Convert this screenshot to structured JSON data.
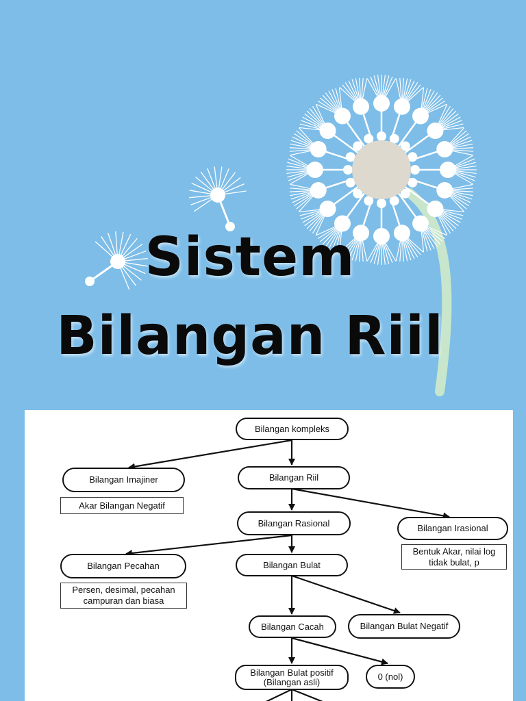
{
  "title": {
    "line1": "Sistem",
    "line2": "Bilangan Riil"
  },
  "diagram": {
    "nodes": {
      "kompleks": "Bilangan kompleks",
      "imajiner": "Bilangan Imajiner",
      "riil": "Bilangan Riil",
      "rasional": "Bilangan Rasional",
      "irasional": "Bilangan Irasional",
      "pecahan": "Bilangan Pecahan",
      "bulat": "Bilangan Bulat",
      "cacah": "Bilangan Cacah",
      "bulat_negatif": "Bilangan Bulat Negatif",
      "bulat_positif": "Bilangan Bulat positif\n(Bilangan asli)",
      "nol": "0 (nol)"
    },
    "notes": {
      "imajiner": "Akar Bilangan Negatif",
      "irasional": "Bentuk Akar,  nilai log\ntidak bulat, p",
      "pecahan": "Persen, desimal, pecahan\ncampuran dan biasa"
    }
  },
  "colors": {
    "background": "#7dbde8",
    "dandelion": "#ffffff",
    "dandelion_center": "#ddd9cf",
    "stem": "#c8e6cc"
  }
}
